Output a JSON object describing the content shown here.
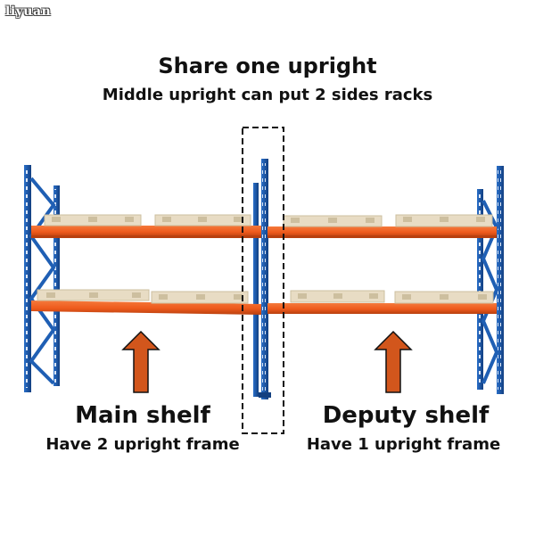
{
  "logo": {
    "text": "liyuan"
  },
  "header": {
    "title": "Share one upright",
    "subtitle": "Middle upright can put 2 sides racks"
  },
  "main_shelf": {
    "title": "Main shelf",
    "note": "Have 2 upright frame"
  },
  "deputy_shelf": {
    "title": "Deputy shelf",
    "note": "Have 1 upright frame"
  },
  "colors": {
    "upright_blue": "#1f5fb4",
    "upright_blue_dark": "#123f80",
    "beam_orange": "#ee5a1c",
    "beam_orange_dark": "#b8400f",
    "pallet": "#e8dcc4",
    "pallet_shade": "#cdbf9f",
    "arrow": "#d2561c",
    "dashed_box": "#111111"
  }
}
